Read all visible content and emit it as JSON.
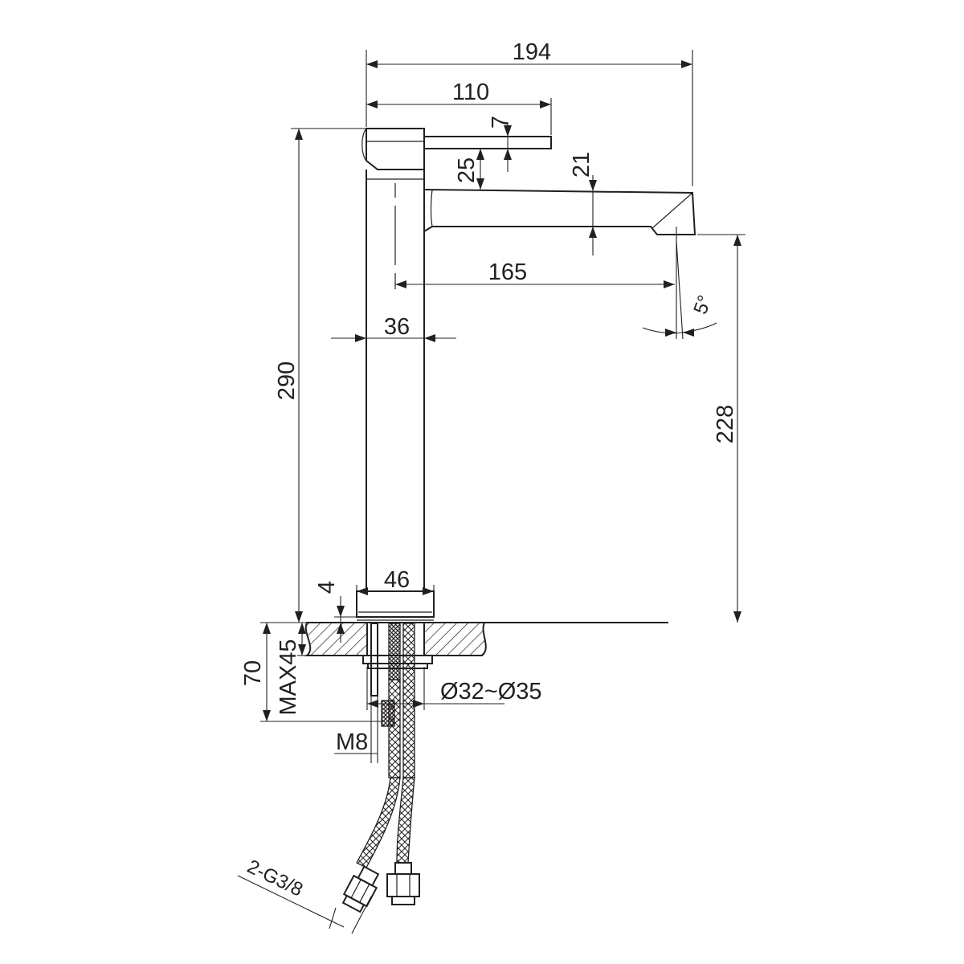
{
  "dimensions": {
    "overall_width": "194",
    "handle_reach": "110",
    "handle_thickness": "7",
    "handle_to_spout": "25",
    "spout_height": "21",
    "spout_reach": "165",
    "spout_angle": "5°",
    "body_width": "36",
    "overall_height": "290",
    "outlet_height": "228",
    "base_diameter": "46",
    "base_thickness": "4",
    "mount_depth": "70",
    "max_counter": "MAX45",
    "hole_diameter": "Ø32~Ø35",
    "rod_thread": "M8",
    "hose_connection": "2-G3/8"
  },
  "colors": {
    "line": "#231f20",
    "background": "#ffffff"
  }
}
